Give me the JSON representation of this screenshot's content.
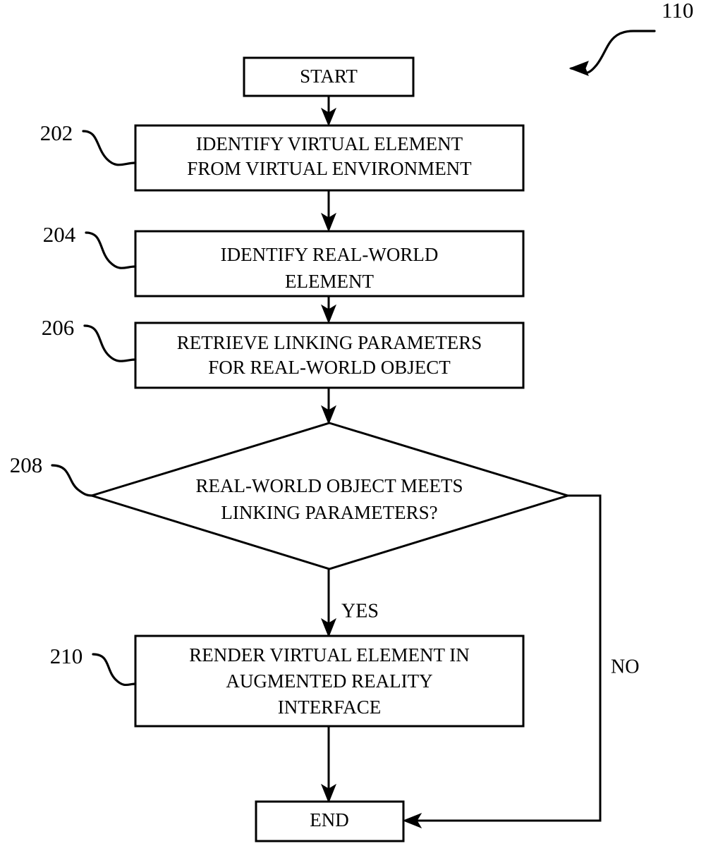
{
  "figure": {
    "reference_label": "110",
    "background_color": "#ffffff",
    "line_color": "#000000"
  },
  "nodes": {
    "start": {
      "type": "terminator",
      "label": "START",
      "lines": [
        "START"
      ]
    },
    "identify_virtual": {
      "type": "process",
      "reference": "202",
      "lines": [
        "IDENTIFY VIRTUAL ELEMENT",
        "FROM VIRTUAL ENVIRONMENT"
      ]
    },
    "identify_real": {
      "type": "process",
      "reference": "204",
      "lines": [
        "IDENTIFY REAL-WORLD",
        "ELEMENT"
      ]
    },
    "retrieve_params": {
      "type": "process",
      "reference": "206",
      "lines": [
        "RETRIEVE LINKING PARAMETERS",
        "FOR REAL-WORLD OBJECT"
      ]
    },
    "decision": {
      "type": "decision",
      "reference": "208",
      "lines": [
        "REAL-WORLD OBJECT MEETS",
        "LINKING PARAMETERS?"
      ]
    },
    "render_virtual": {
      "type": "process",
      "reference": "210",
      "lines": [
        "RENDER VIRTUAL ELEMENT IN",
        "AUGMENTED REALITY",
        "INTERFACE"
      ]
    },
    "end": {
      "type": "terminator",
      "label": "END",
      "lines": [
        "END"
      ]
    }
  },
  "branches": {
    "yes_label": "YES",
    "no_label": "NO"
  }
}
